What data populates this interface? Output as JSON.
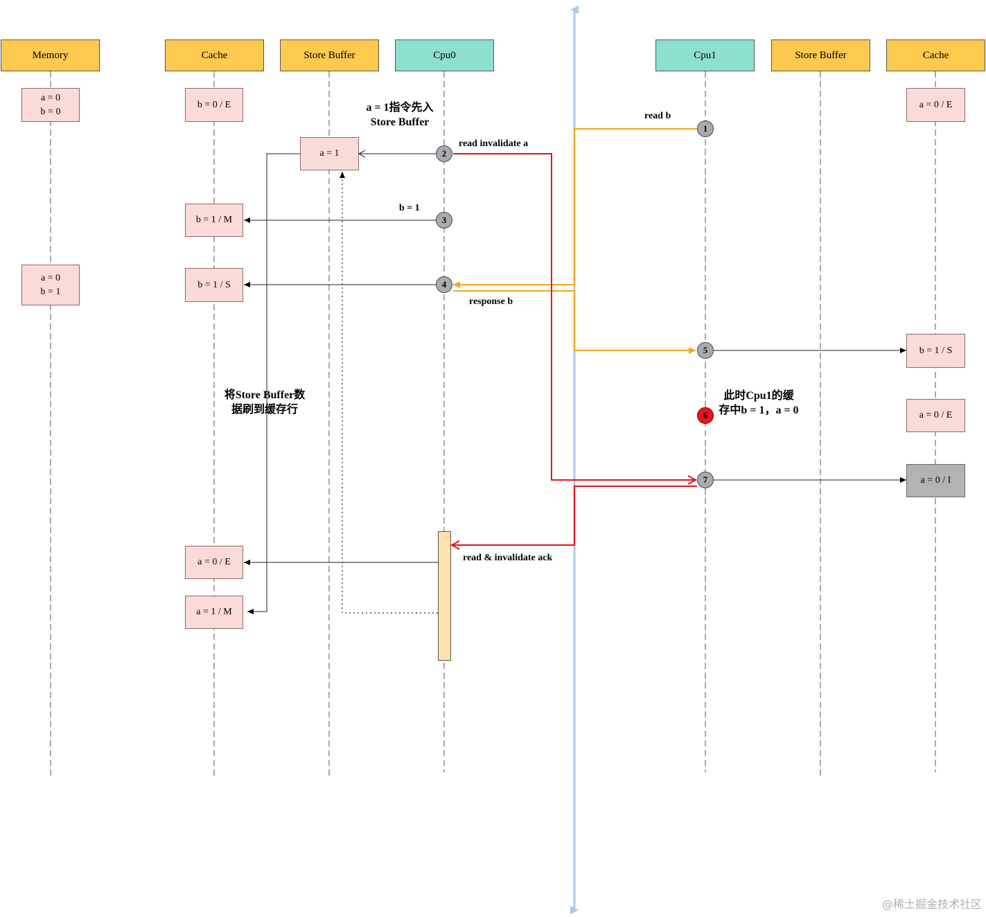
{
  "headers": {
    "memory": "Memory",
    "cache0": "Cache",
    "sb0": "Store Buffer",
    "cpu0": "Cpu0",
    "cpu1": "Cpu1",
    "sb1": "Store Buffer",
    "cache1": "Cache"
  },
  "states": {
    "mem_initial": "a = 0\nb = 0",
    "mem_after": "a = 0\nb = 1",
    "c0_b0E": "b = 0 / E",
    "sb0_a1": "a = 1",
    "c0_b1M": "b = 1 / M",
    "c0_b1S": "b = 1 / S",
    "c0_a0E": "a = 0 / E",
    "c0_a1M": "a = 1 / M",
    "c1_a0E_top": "a = 0 / E",
    "c1_b1S": "b = 1 / S",
    "c1_a0E_mid": "a = 0 / E",
    "c1_a0I": "a = 0 / I"
  },
  "steps": [
    "1",
    "2",
    "3",
    "4",
    "5",
    "6",
    "7"
  ],
  "labels": {
    "sb_first": "a = 1指令先入\nStore Buffer",
    "read_invalidate": "read invalidate a",
    "b_eq_1": "b = 1",
    "response_b": "response b",
    "read_b": "read b",
    "flush_sb": "将Store Buffer数\n据刷到缓存行",
    "cpu1_cache_state": "此时Cpu1的缓\n存中b = 1，a = 0",
    "ack": "read & invalidate ack"
  },
  "watermark": "@稀土掘金技术社区",
  "colors": {
    "header_yellow": "#fdc94e",
    "header_teal": "#8ddfd0",
    "state_pink": "#fadbd8",
    "state_grey": "#b3b3b3",
    "orange_arrow": "#f4a526",
    "red_arrow": "#e3121b",
    "divider_blue": "#a9c8ef",
    "activation": "#fde0ab"
  }
}
